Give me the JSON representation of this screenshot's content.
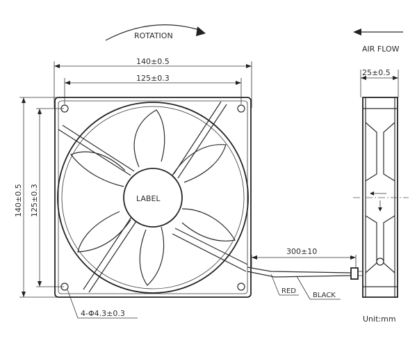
{
  "labels": {
    "rotation": "ROTATION",
    "air_flow": "AIR FLOW",
    "hub_label": "LABEL",
    "width_outer": "140±0.5",
    "width_hole": "125±0.3",
    "height_outer": "140±0.5",
    "height_hole": "125±0.3",
    "depth": "25±0.5",
    "cable_length": "300±10",
    "wire_red": "RED",
    "wire_black": "BLACK",
    "holes": "4-Φ4.3±0.3",
    "unit": "Unit:mm"
  }
}
